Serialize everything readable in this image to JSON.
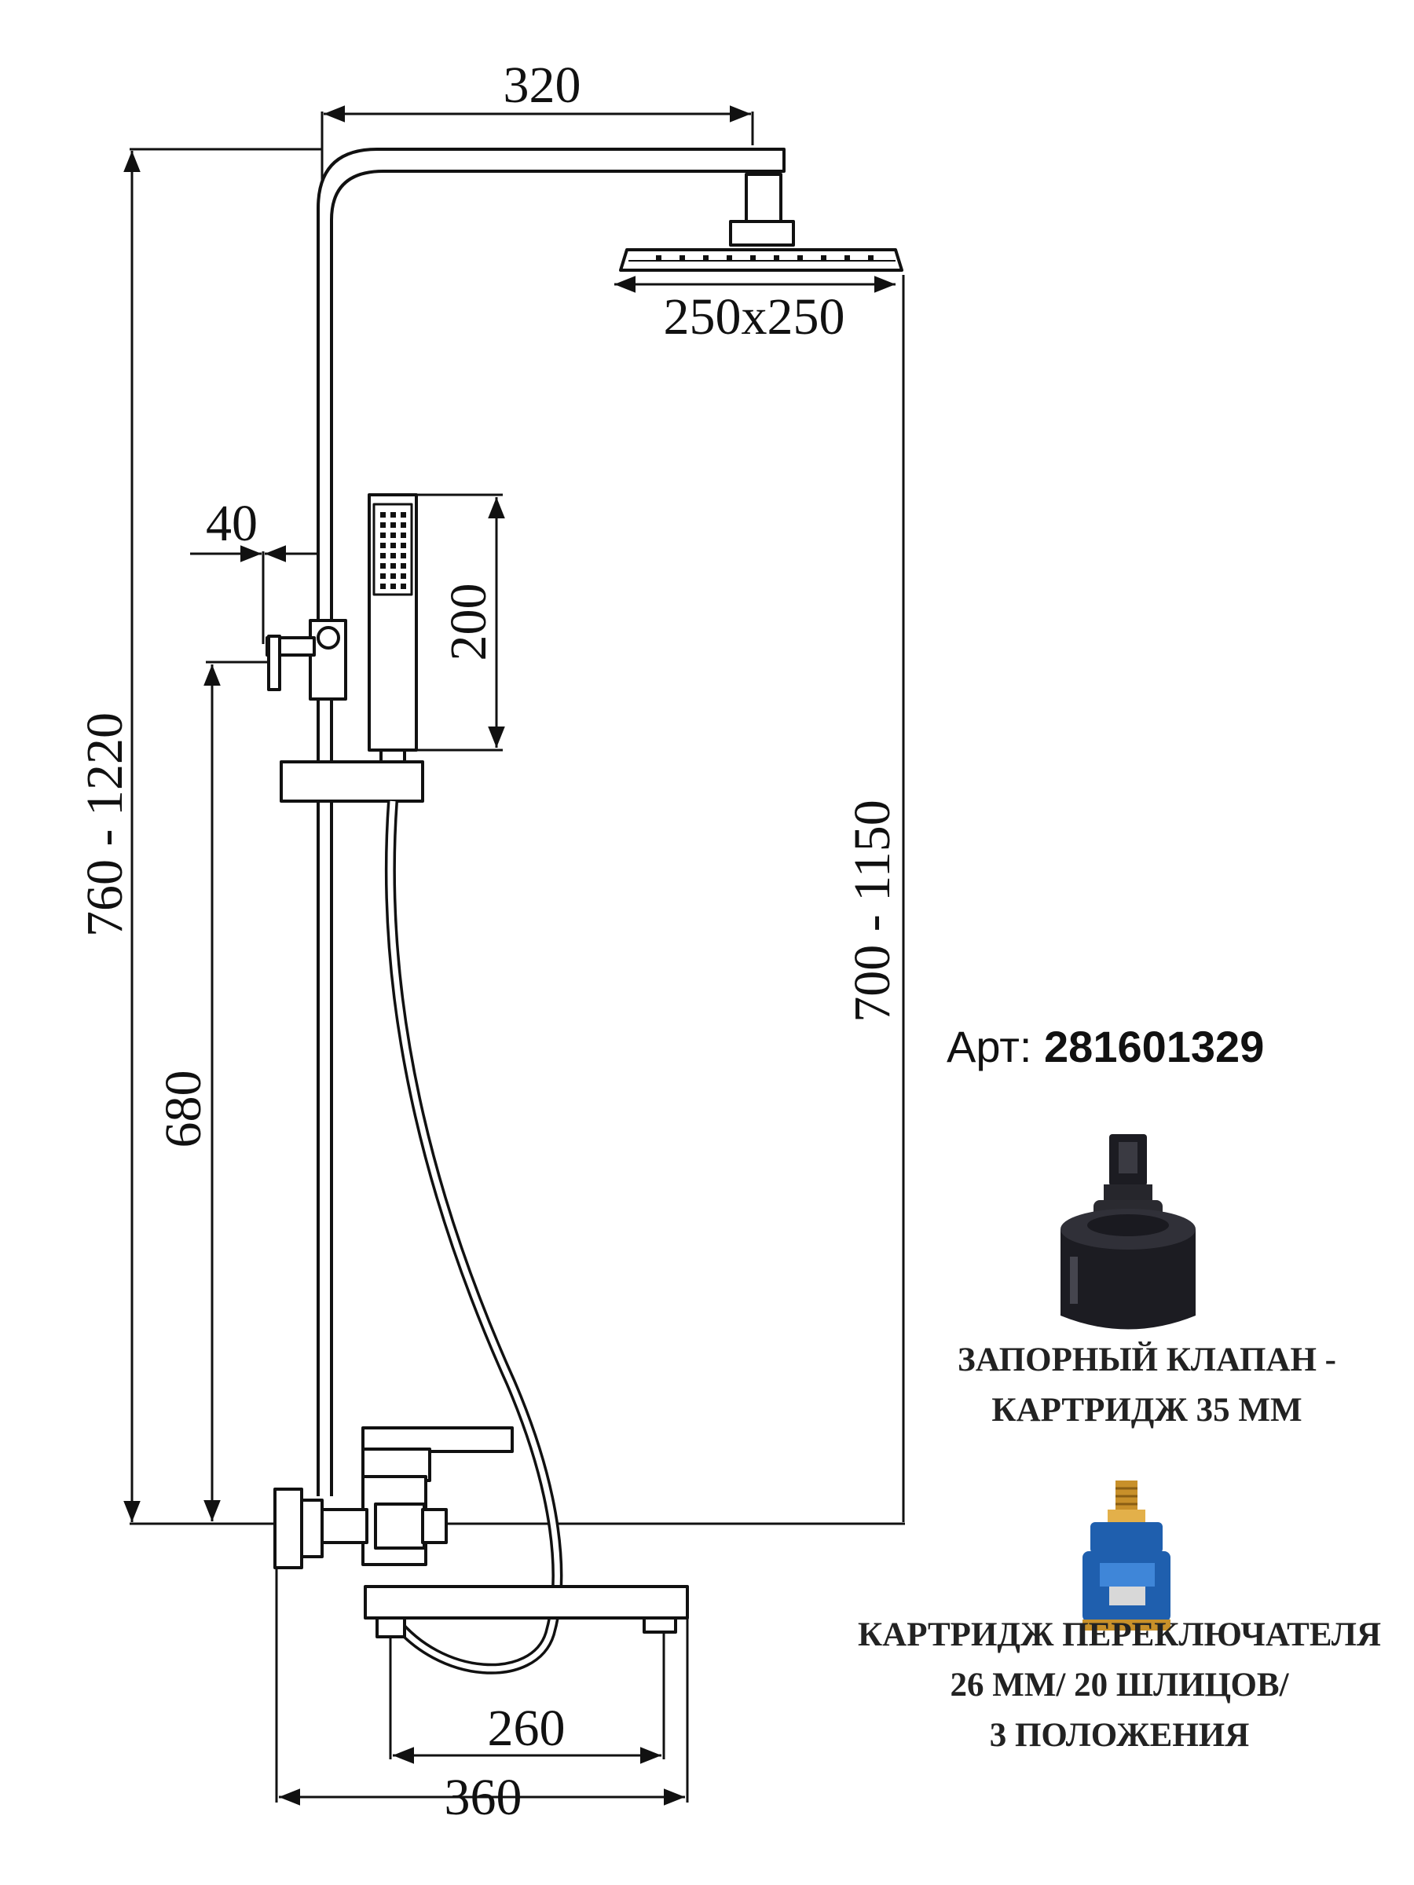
{
  "dimensions": {
    "overhead_arm": "320",
    "head_size": "250x250",
    "total_height_range": "760 - 1220",
    "head_height_range": "700 - 1150",
    "mixer_offset": "40",
    "hand_shower_length": "200",
    "mixer_height": "680",
    "spout_length": "260",
    "overall_width": "360"
  },
  "article": {
    "prefix": "Арт: ",
    "number": "281601329"
  },
  "parts": [
    {
      "caption_lines": [
        "ЗАПОРНЫЙ КЛАПАН -",
        "КАРТРИДЖ 35 ММ"
      ]
    },
    {
      "caption_lines": [
        "КАРТРИДЖ ПЕРЕКЛЮЧАТЕЛЯ",
        "26 ММ/ 20 ШЛИЦОВ/",
        "3 ПОЛОЖЕНИЯ"
      ]
    }
  ],
  "colors": {
    "line": "#111111",
    "cartridge_body": "#1c1c22",
    "cartridge_blue": "#1f5fae",
    "brass": "#c8902a"
  }
}
